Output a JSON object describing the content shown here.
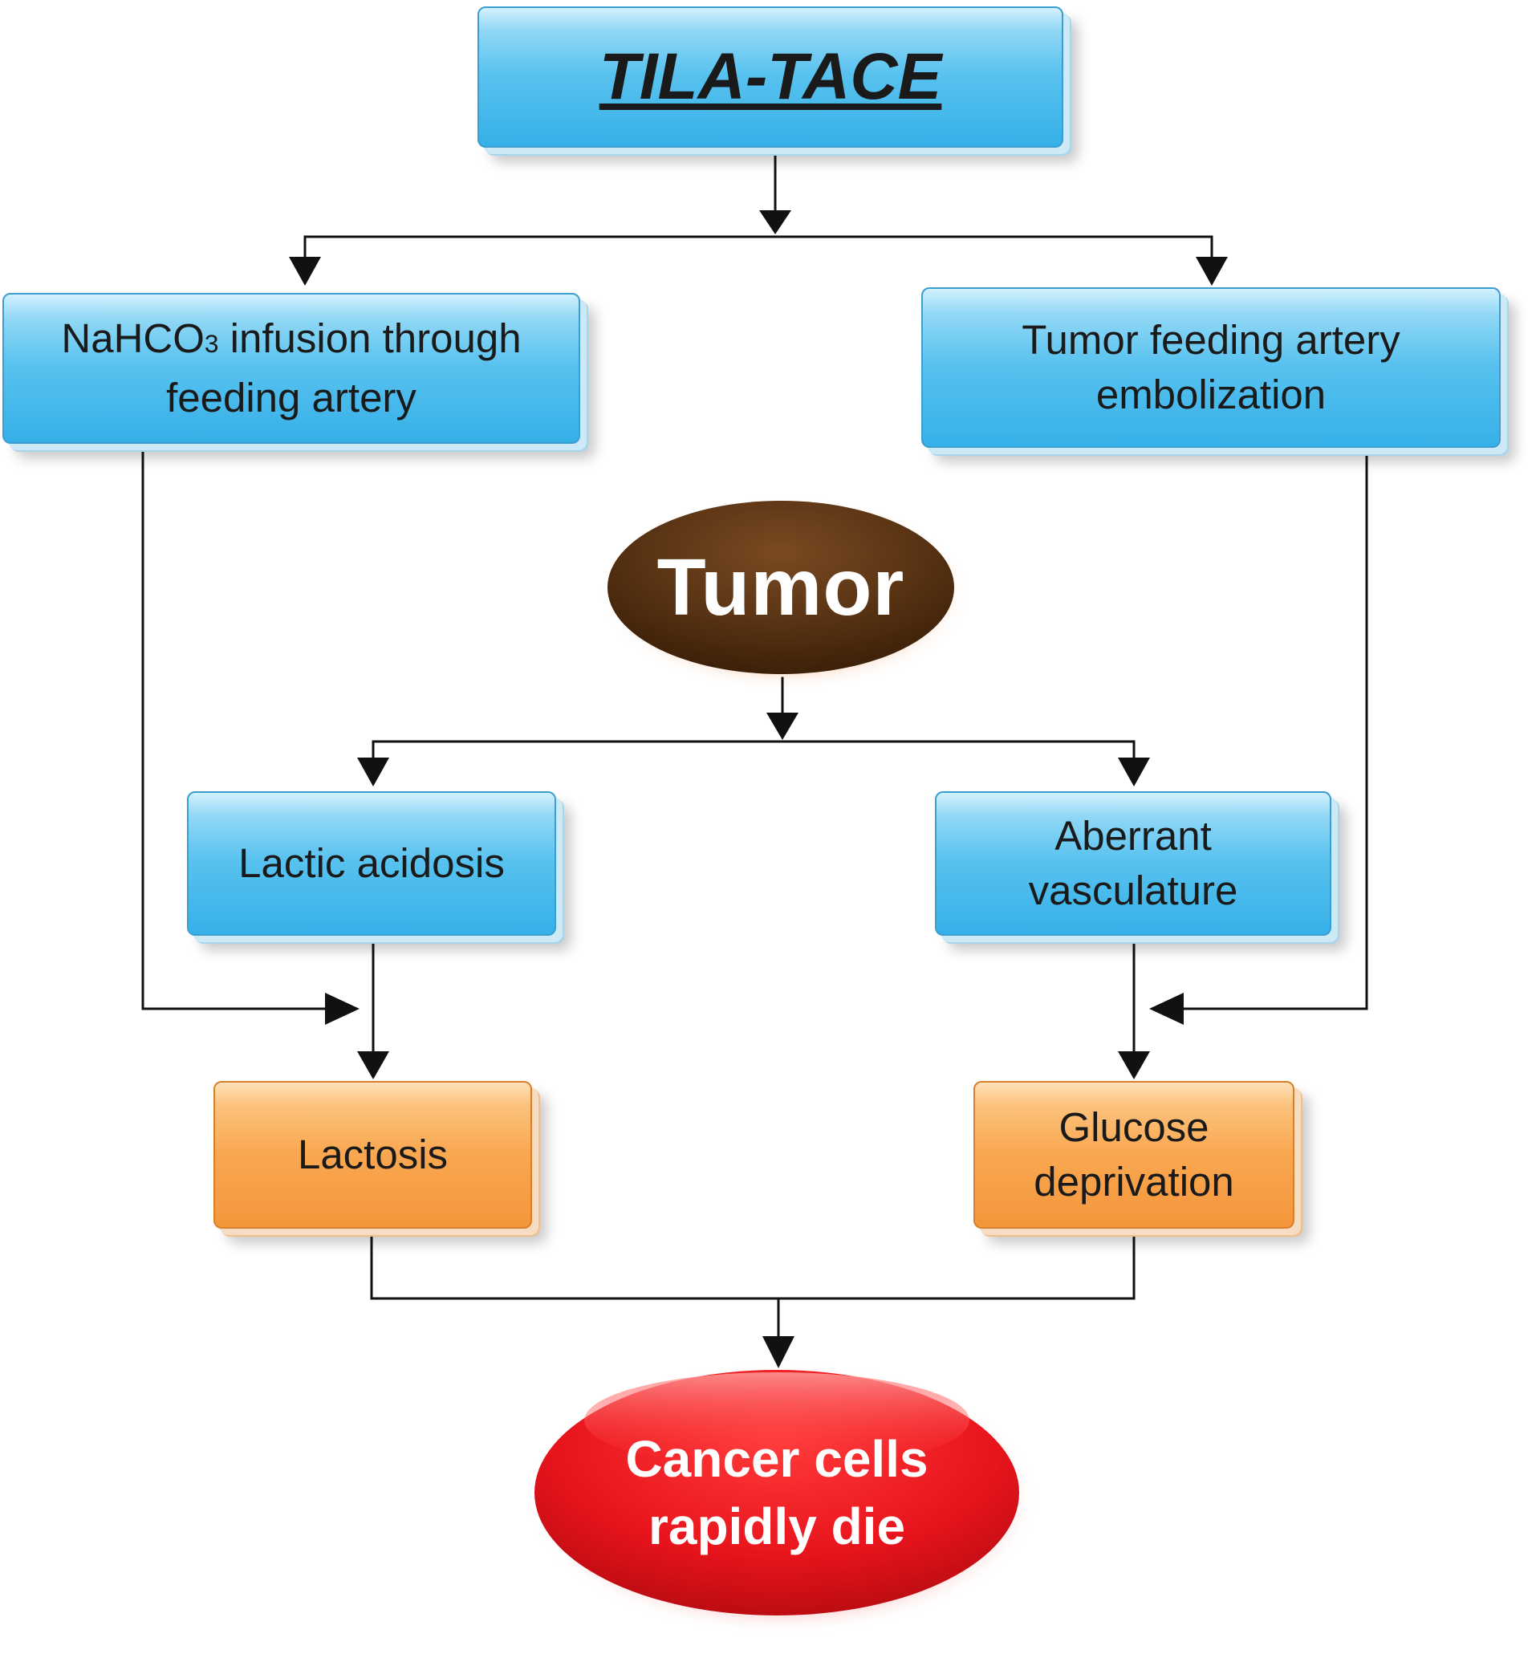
{
  "diagram": {
    "title": "TILA-TACE",
    "left_treatment": {
      "line1_prefix": "NaHCO",
      "line1_subscript": "3",
      "line1_suffix": " infusion through",
      "line2": "feeding artery"
    },
    "right_treatment": {
      "line1": "Tumor feeding artery",
      "line2": "embolization"
    },
    "tumor": "Tumor",
    "left_condition": "Lactic acidosis",
    "right_condition": {
      "line1": "Aberrant",
      "line2": "vasculature"
    },
    "left_outcome": "Lactosis",
    "right_outcome": {
      "line1": "Glucose",
      "line2": "deprivation"
    },
    "result": {
      "line1": "Cancer cells",
      "line2": "rapidly die"
    }
  },
  "colors": {
    "box_blue": "#58c2ef",
    "box_orange": "#f9a851",
    "tumor_brown": "#5a3414",
    "result_red": "#e8141c",
    "connector": "#111111"
  }
}
